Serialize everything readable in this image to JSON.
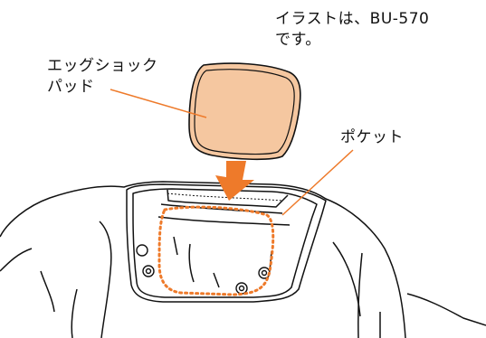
{
  "note": {
    "line1": "イラストは、BU-570",
    "line2": "です。"
  },
  "egg_shock_pad": {
    "line1": "エッグショック",
    "line2": "パッド"
  },
  "pocket": {
    "label": "ポケット"
  },
  "colors": {
    "pad_fill": "#f5c7a0",
    "outline": "#111111",
    "accent": "#ee7a2a"
  }
}
